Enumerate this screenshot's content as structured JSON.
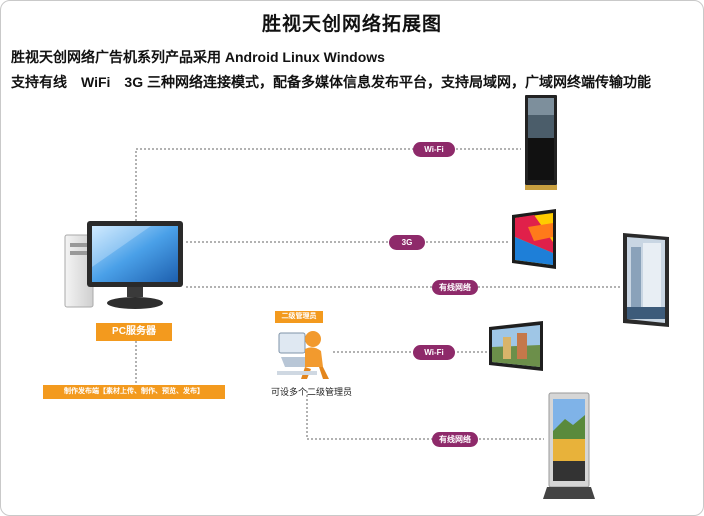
{
  "title": "胜视天创网络拓展图",
  "intro": {
    "line1": "胜视天创网络广告机系列产品采用 Android Linux Windows",
    "line2": "支持有线　WiFi　3G 三种网络连接模式，配备多媒体信息发布平台，支持局域网，广域网终端传输功能"
  },
  "links": {
    "wifi_top": "Wi-Fi",
    "g3": "3G",
    "wired_mid": "有线网络",
    "wifi_admin": "Wi-Fi",
    "wired_bottom": "有线网络"
  },
  "labels": {
    "pc_server": "PC服务器",
    "publish_end": "制作发布端【素材上传、制作、预览、发布】",
    "admin_title": "二级管理员",
    "admin_caption": "可设多个二级管理员"
  },
  "colors": {
    "link_pill": "#8e2a6a",
    "orange": "#f39a1e"
  }
}
